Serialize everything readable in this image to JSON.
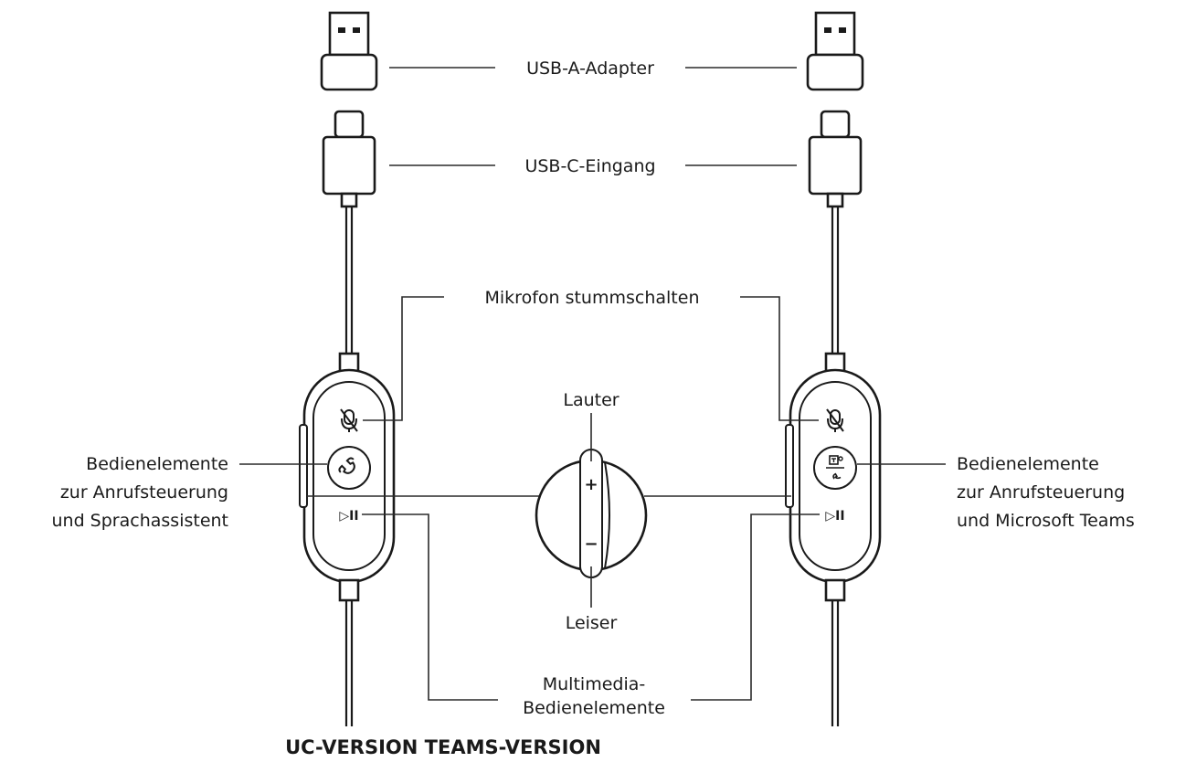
{
  "labels": {
    "usb_a_adapter": "USB-A-Adapter",
    "usb_c_input": "USB-C-Eingang",
    "mic_mute": "Mikrofon stummschalten",
    "volume_up": "Lauter",
    "volume_down": "Leiser",
    "multimedia_line1": "Multimedia-",
    "multimedia_line2": "Bedienelemente",
    "left_controls_line1": "Bedienelemente",
    "left_controls_line2": "zur Anrufsteuerung",
    "left_controls_line3": "und Sprachassistent",
    "right_controls_line1": "Bedienelemente",
    "right_controls_line2": "zur Anrufsteuerung",
    "right_controls_line3": "und Microsoft Teams",
    "version_footer": "UC-VERSION TEAMS-VERSION"
  },
  "icons": {
    "mic_mute": "mic-mute-icon",
    "call": "phone-icon",
    "teams": "teams-icon",
    "play_pause": "play-pause-icon",
    "plus": "plus-icon",
    "minus": "minus-icon"
  },
  "glyphs": {
    "play_pause": "▷II",
    "plus": "+",
    "minus": "−"
  }
}
